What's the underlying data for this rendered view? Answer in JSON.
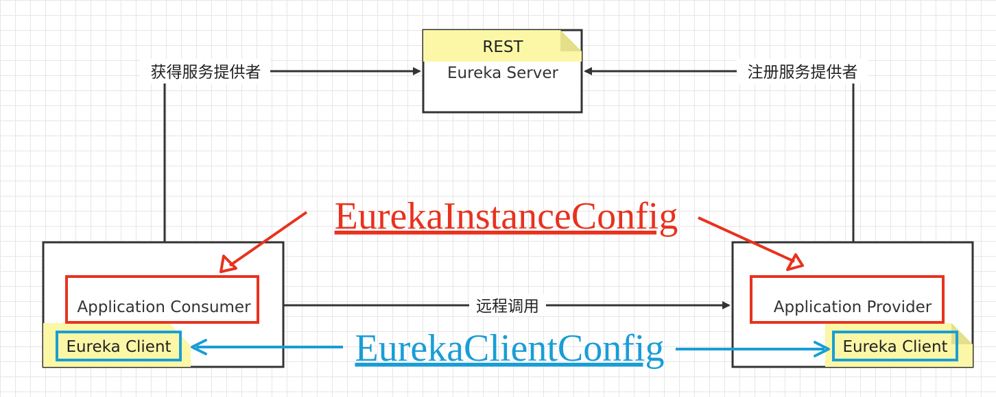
{
  "nodes": {
    "eureka_server": {
      "label": "Eureka Server",
      "note": "REST"
    },
    "consumer": {
      "label": "Application Consumer",
      "note": "Eureka Client"
    },
    "provider": {
      "label": "Application Provider",
      "note": "Eureka Client"
    }
  },
  "edges": {
    "get_providers": "获得服务提供者",
    "register_provider": "注册服务提供者",
    "remote_call": "远程调用"
  },
  "annotations": {
    "instance_config": {
      "label": "EurekaInstanceConfig",
      "color": "#e8321e"
    },
    "client_config": {
      "label": "EurekaClientConfig",
      "color": "#1a9dd6"
    }
  },
  "colors": {
    "box_border": "#333333",
    "note_fill": "#fbf7a6",
    "note_fold": "#e3df8a",
    "line": "#333333"
  }
}
